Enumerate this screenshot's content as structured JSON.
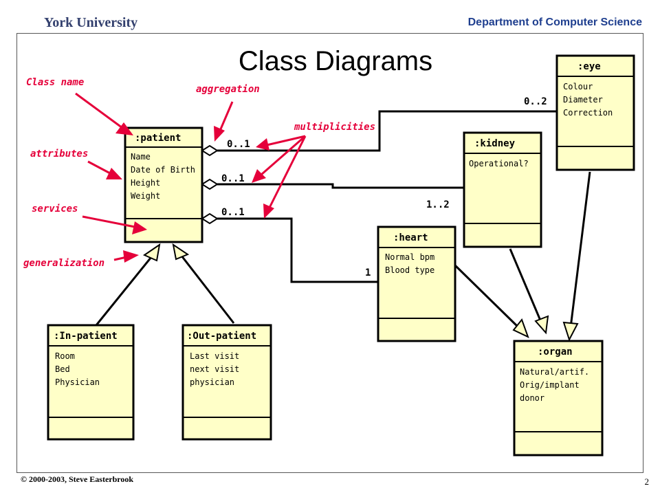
{
  "header": {
    "university": "York University",
    "department": "Department of Computer Science"
  },
  "footer": {
    "copyright": "© 2000-2003, Steve Easterbrook",
    "page_number": "2"
  },
  "title": "Class Diagrams",
  "classes": {
    "patient": {
      "name": ":patient",
      "attributes": [
        "Name",
        "Date of Birth",
        "Height",
        "Weight"
      ]
    },
    "in_patient": {
      "name": ":In-patient",
      "attributes": [
        "Room",
        "Bed",
        "Physician"
      ]
    },
    "out_patient": {
      "name": ":Out-patient",
      "attributes": [
        "Last visit",
        "next visit",
        "physician"
      ]
    },
    "eye": {
      "name": ":eye",
      "attributes": [
        "Colour",
        "Diameter",
        "Correction"
      ]
    },
    "kidney": {
      "name": ":kidney",
      "attributes": [
        "Operational?"
      ]
    },
    "heart": {
      "name": ":heart",
      "attributes": [
        "Normal bpm",
        "Blood type"
      ]
    },
    "organ": {
      "name": ":organ",
      "attributes": [
        "Natural/artif.",
        "Orig/implant",
        "donor"
      ]
    }
  },
  "multiplicities": {
    "patient_eye": "0..1",
    "patient_kidney": "0..1",
    "patient_heart": "0..1",
    "eye_end": "0..2",
    "kidney_end": "1..2",
    "heart_end": "1"
  },
  "annotations": {
    "class_name": "Class name",
    "attributes": "attributes",
    "services": "services",
    "generalization": "generalization",
    "aggregation": "aggregation",
    "multiplicities": "multiplicities"
  }
}
